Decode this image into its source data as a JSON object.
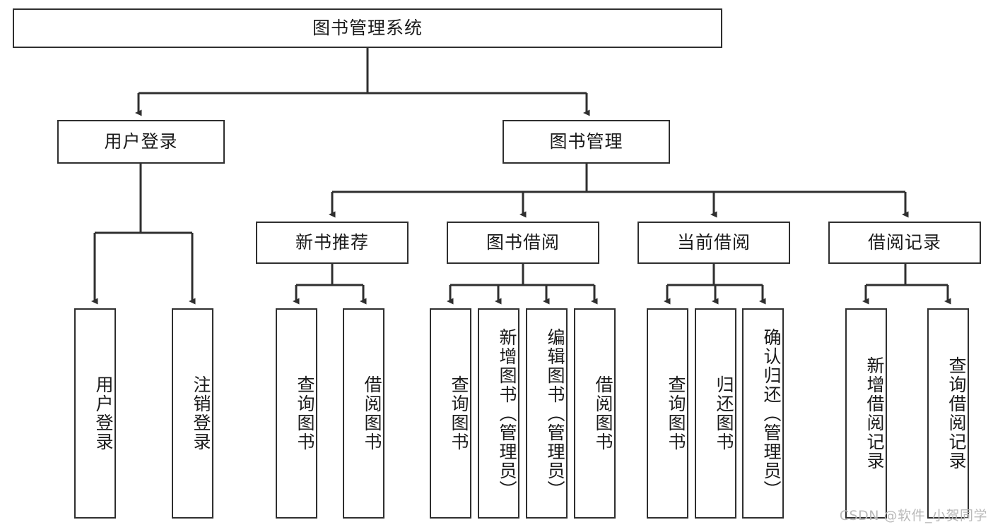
{
  "diagram": {
    "type": "tree",
    "title": "图书管理系统",
    "root": {
      "label": "图书管理系统"
    },
    "level2": [
      {
        "label": "用户登录"
      },
      {
        "label": "图书管理"
      }
    ],
    "level3": [
      {
        "label": "新书推荐"
      },
      {
        "label": "图书借阅"
      },
      {
        "label": "当前借阅"
      },
      {
        "label": "借阅记录"
      }
    ],
    "leaves": {
      "user_login": [
        {
          "label": "用户登录"
        },
        {
          "label": "注销登录"
        }
      ],
      "new_book_recommend": [
        {
          "label": "查询图书"
        },
        {
          "label": "借阅图书"
        }
      ],
      "book_borrow": [
        {
          "label": "查询图书"
        },
        {
          "label": "新增图书（管理员）"
        },
        {
          "label": "编辑图书（管理员）"
        },
        {
          "label": "借阅图书"
        }
      ],
      "current_borrow": [
        {
          "label": "查询图书"
        },
        {
          "label": "归还图书"
        },
        {
          "label": "确认归还（管理员）"
        }
      ],
      "borrow_record": [
        {
          "label": "新增借阅记录"
        },
        {
          "label": "查询借阅记录"
        }
      ]
    }
  },
  "watermark": {
    "text": "CSDN @软件_小贺同学"
  },
  "colors": {
    "stroke": "#2f2f2f",
    "background": "#ffffff",
    "text": "#1a1a1a",
    "watermark": "#b9b9b9"
  }
}
